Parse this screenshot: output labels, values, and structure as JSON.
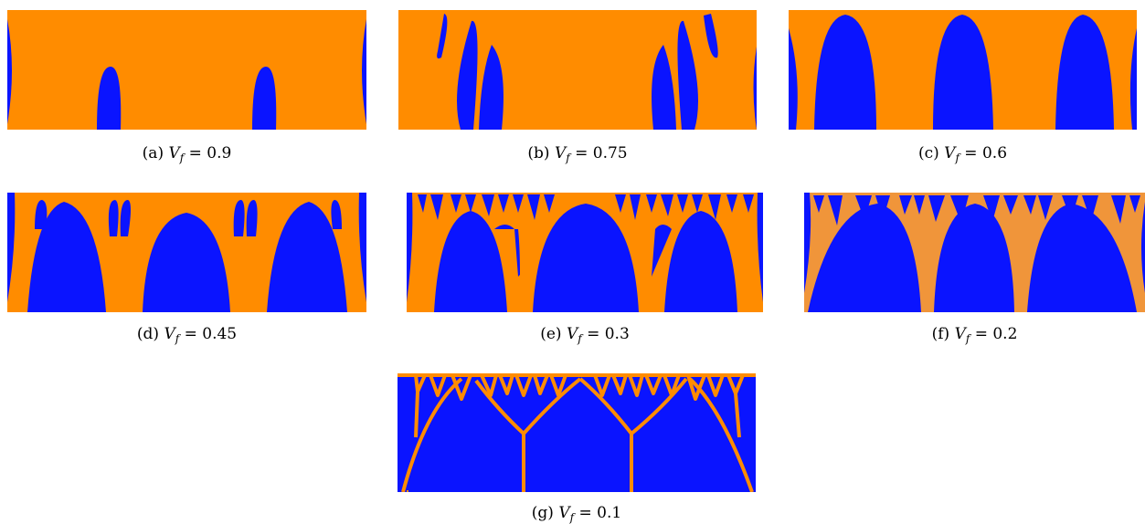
{
  "colors": {
    "material": "#ff8c00",
    "void": "#0a14ff",
    "material_light": "#f0953a"
  },
  "panels": [
    {
      "label": "(a)",
      "var": "V",
      "sub": "f",
      "eq": " = ",
      "value": "0.9"
    },
    {
      "label": "(b)",
      "var": "V",
      "sub": "f",
      "eq": " = ",
      "value": "0.75"
    },
    {
      "label": "(c)",
      "var": "V",
      "sub": "f",
      "eq": " = ",
      "value": "0.6"
    },
    {
      "label": "(d)",
      "var": "V",
      "sub": "f",
      "eq": " = ",
      "value": "0.45"
    },
    {
      "label": "(e)",
      "var": "V",
      "sub": "f",
      "eq": " = ",
      "value": "0.3"
    },
    {
      "label": "(f)",
      "var": "V",
      "sub": "f",
      "eq": " = ",
      "value": "0.2"
    },
    {
      "label": "(g)",
      "var": "V",
      "sub": "f",
      "eq": " = ",
      "value": "0.1"
    }
  ]
}
